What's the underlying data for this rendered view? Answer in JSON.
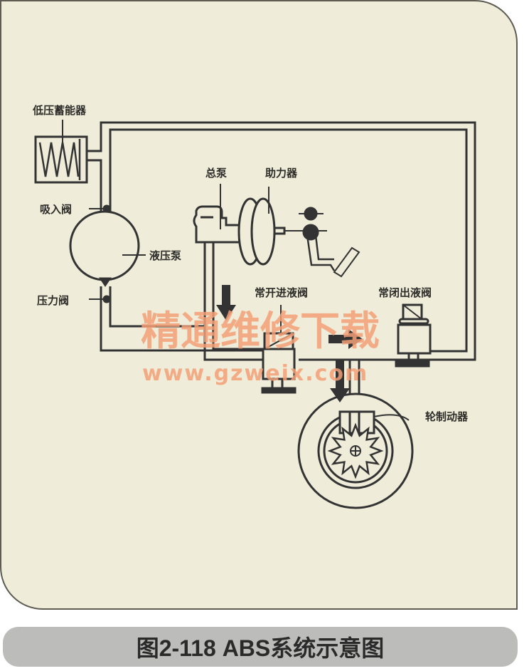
{
  "labels": {
    "accumulator": "低压蓄能器",
    "suction_valve": "吸入阀",
    "pump": "液压泵",
    "pressure_valve": "压力阀",
    "master_cylinder": "总泵",
    "booster": "助力器",
    "inlet_valve": "常开进液阀",
    "outlet_valve": "常闭出液阀",
    "wheel_brake": "轮制动器"
  },
  "watermark": {
    "text": "精通维修下载",
    "url": "www.gzweix.com"
  },
  "caption": "图2-118   ABS系统示意图"
}
